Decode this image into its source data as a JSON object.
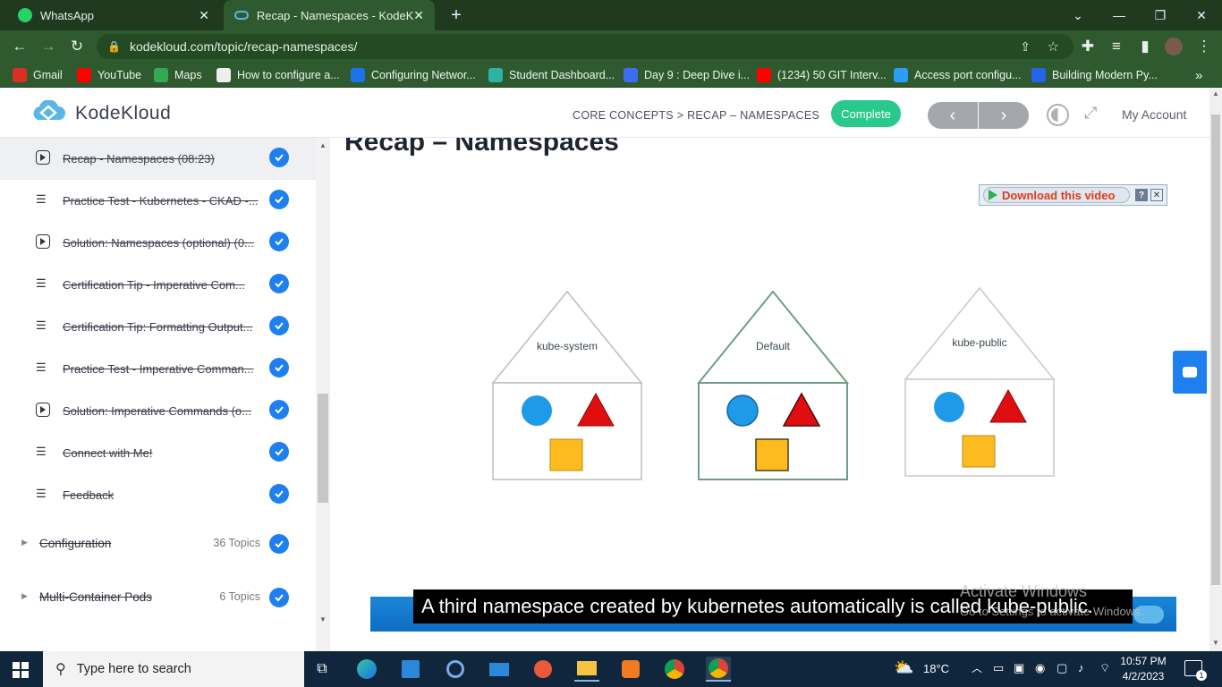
{
  "browser": {
    "tabs": [
      {
        "title": "WhatsApp"
      },
      {
        "title": "Recap - Namespaces - KodeKlou"
      }
    ],
    "url": "kodekloud.com/topic/recap-namespaces/",
    "bookmarks": [
      {
        "label": "Gmail",
        "color": "#d93025"
      },
      {
        "label": "YouTube",
        "color": "#ff0000"
      },
      {
        "label": "Maps",
        "color": "#34a853"
      },
      {
        "label": "How to configure a...",
        "color": "#eeeeee"
      },
      {
        "label": "Configuring Networ...",
        "color": "#1a73e8"
      },
      {
        "label": "Student Dashboard...",
        "color": "#2bb3a3"
      },
      {
        "label": "Day 9 : Deep Dive i...",
        "color": "#3b6df0"
      },
      {
        "label": "(1234) 50 GIT Interv...",
        "color": "#ff0000"
      },
      {
        "label": "Access port configu...",
        "color": "#2a9df4"
      },
      {
        "label": "Building Modern Py...",
        "color": "#2563eb"
      }
    ]
  },
  "site": {
    "logo_text": "KodeKloud",
    "breadcrumb": "CORE CONCEPTS > RECAP – NAMESPACES",
    "complete_label": "Complete",
    "prev_label": "‹",
    "next_label": "›",
    "account_label": "My Account",
    "accent": "#29c98d"
  },
  "sidebar": {
    "lessons": [
      {
        "type": "video",
        "title": "Recap - Namespaces (08:23)",
        "active": true
      },
      {
        "type": "text",
        "title": "Practice Test - Kubernetes - CKAD -..."
      },
      {
        "type": "video",
        "title": "Solution: Namespaces (optional) (0..."
      },
      {
        "type": "text",
        "title": "Certification Tip - Imperative Com..."
      },
      {
        "type": "text",
        "title": "Certification Tip: Formatting Output..."
      },
      {
        "type": "text",
        "title": "Practice Test - Imperative Comman..."
      },
      {
        "type": "video",
        "title": "Solution: Imperative Commands (o..."
      },
      {
        "type": "text",
        "title": "Connect with Me!"
      },
      {
        "type": "text",
        "title": "Feedback"
      }
    ],
    "sections": [
      {
        "title": "Configuration",
        "count": "36 Topics"
      },
      {
        "title": "Multi-Container Pods",
        "count": "6 Topics"
      }
    ]
  },
  "content": {
    "title": "Recap – Namespaces",
    "download_label": "Download this video",
    "houses": [
      {
        "label": "kube-system",
        "stroke": "#bdbdbd"
      },
      {
        "label": "Default",
        "stroke": "#6f9e86"
      },
      {
        "label": "kube-public",
        "stroke": "#c9c9c9"
      }
    ],
    "caption": "A third namespace created by kubernetes automatically is called kube-public.",
    "watermark_line1": "Activate Windows",
    "watermark_line2": "Go to Settings to activate Windows."
  },
  "taskbar": {
    "search_placeholder": "Type here to search",
    "temperature": "18°C",
    "time": "10:57 PM",
    "date": "4/2/2023",
    "notification_count": "1"
  }
}
